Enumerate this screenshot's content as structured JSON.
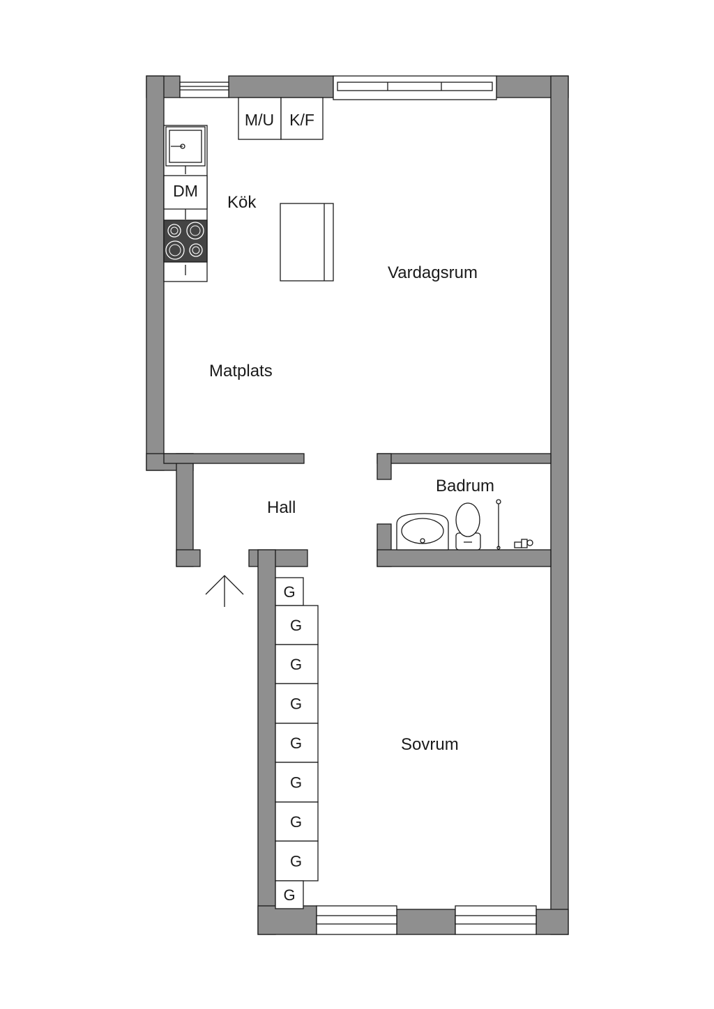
{
  "rooms": {
    "kitchen": "Kök",
    "living_room": "Vardagsrum",
    "dining": "Matplats",
    "hall": "Hall",
    "bathroom": "Badrum",
    "bedroom": "Sovrum"
  },
  "appliances": {
    "mu": "M/U",
    "kf": "K/F",
    "dm": "DM"
  },
  "wardrobes": [
    "G",
    "G",
    "G",
    "G",
    "G",
    "G",
    "G",
    "G",
    "G"
  ],
  "icons": {
    "entrance": "arrow-up-icon",
    "sink": "sink-icon",
    "stove": "stove-icon",
    "washbasin": "washbasin-icon",
    "toilet": "toilet-icon",
    "shower": "shower-icon",
    "faucet": "faucet-icon"
  },
  "colors": {
    "wall": "#8f8f8f",
    "stove": "#444444",
    "line": "#1a1a1a",
    "background": "#ffffff"
  }
}
